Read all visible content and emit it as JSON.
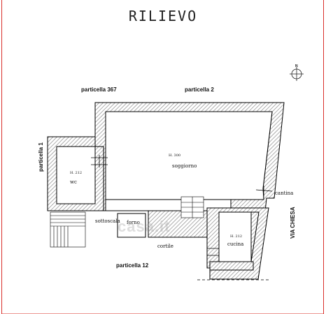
{
  "title": "RILIEVO",
  "north_label": "N",
  "parcels": {
    "p367": "particella  367",
    "p2": "particella  2",
    "p1": "particella  1",
    "p12": "particella  12"
  },
  "street": "VIA CHIESA",
  "rooms": {
    "soggiorno": {
      "name": "soggiorno",
      "height": "H. 300"
    },
    "wc": {
      "name": "wc",
      "height": "H. 212"
    },
    "cucina": {
      "name": "cucina",
      "height": "H. 212"
    },
    "forno": "forno",
    "sottoscala": "sottoscala",
    "cortile": "cortile",
    "cantina": "cantina"
  },
  "watermark": "casa.it",
  "colors": {
    "walls": "#000000",
    "hatch": "#9a9a9a",
    "frame": "#d9302a"
  }
}
